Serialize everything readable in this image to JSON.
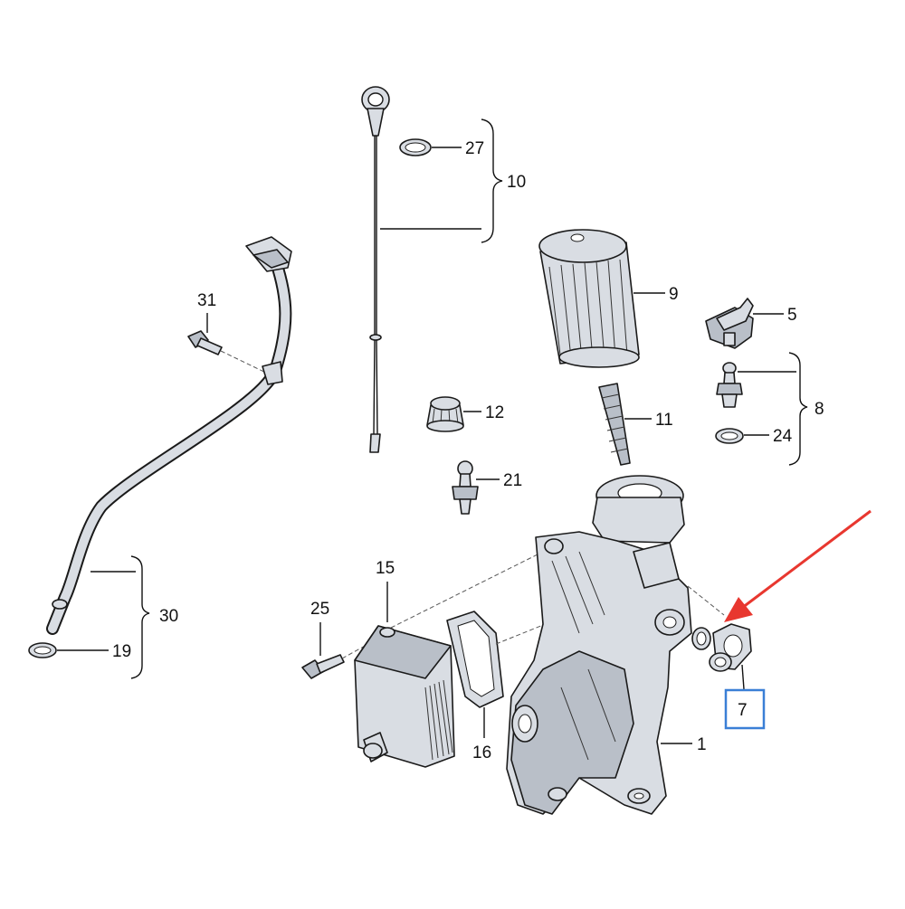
{
  "callouts": [
    {
      "id": "c27",
      "label": "27"
    },
    {
      "id": "c10",
      "label": "10"
    },
    {
      "id": "c9",
      "label": "9"
    },
    {
      "id": "c5",
      "label": "5"
    },
    {
      "id": "c31",
      "label": "31"
    },
    {
      "id": "c8",
      "label": "8"
    },
    {
      "id": "c12",
      "label": "12"
    },
    {
      "id": "c11",
      "label": "11"
    },
    {
      "id": "c24",
      "label": "24"
    },
    {
      "id": "c21",
      "label": "21"
    },
    {
      "id": "c15",
      "label": "15"
    },
    {
      "id": "c30",
      "label": "30"
    },
    {
      "id": "c25",
      "label": "25"
    },
    {
      "id": "c19",
      "label": "19"
    },
    {
      "id": "c16",
      "label": "16"
    },
    {
      "id": "c1",
      "label": "1"
    },
    {
      "id": "c7",
      "label": "7"
    }
  ],
  "highlight": {
    "label": "7",
    "box_color": "#3a7fd6",
    "arrow_color": "#e8372f"
  }
}
